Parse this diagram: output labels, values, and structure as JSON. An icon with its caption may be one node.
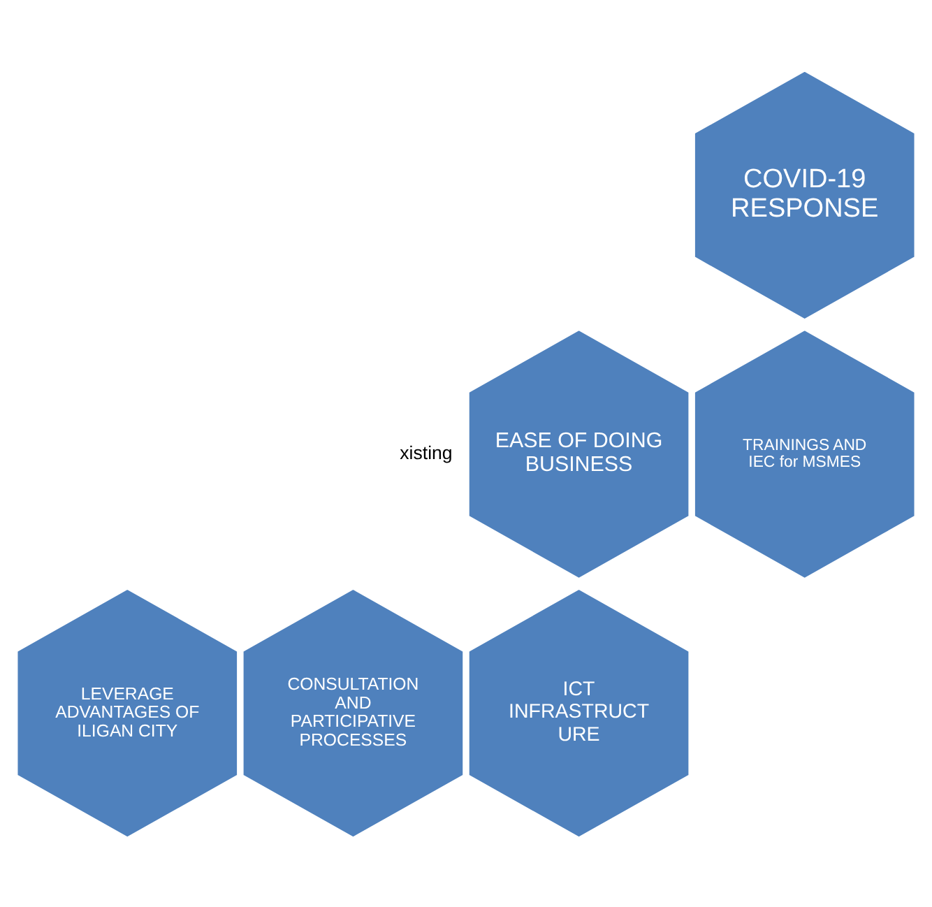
{
  "diagram": {
    "nodes": [
      {
        "text": [
          "COVID-19 RESPONSE"
        ]
      },
      {
        "text": [
          "EASE OF DOING BUSINESS"
        ]
      },
      {
        "text": [
          "TRAININGS AND IEC for MSMES"
        ]
      },
      {
        "text": [
          "LEVERAGE ADVANTAGES OF ILIGAN CITY"
        ]
      },
      {
        "text": [
          "CONSULTATION AND PARTICIPATIVE PROCESSES"
        ]
      },
      {
        "text": [
          "ICT INFRASTRUCT URE"
        ]
      }
    ],
    "edges": [],
    "labels": [
      "xisting"
    ]
  }
}
